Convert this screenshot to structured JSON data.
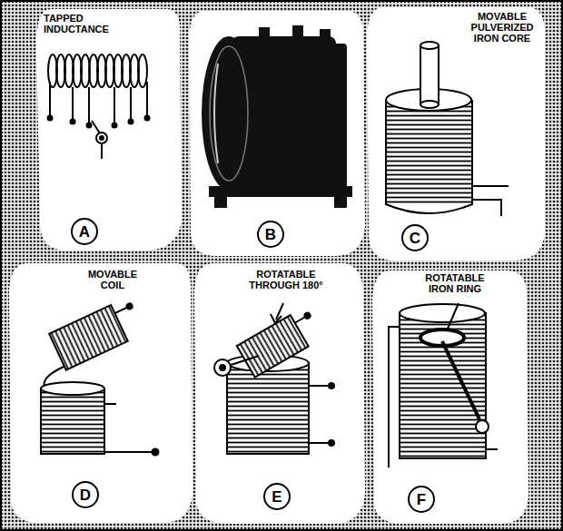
{
  "diagram": {
    "nodes": [
      {
        "text": [
          "A"
        ]
      },
      {
        "text": [
          "B"
        ]
      },
      {
        "text": [
          "C"
        ]
      },
      {
        "text": [
          "D"
        ]
      },
      {
        "text": [
          "E"
        ]
      },
      {
        "text": [
          "F"
        ]
      }
    ],
    "labels": [
      "TAPPED INDUCTANCE",
      "MOVABLE PULVERIZED IRON CORE",
      "MOVABLE COIL",
      "ROTATABLE THROUGH 180°",
      "ROTATABLE IRON RING"
    ]
  }
}
